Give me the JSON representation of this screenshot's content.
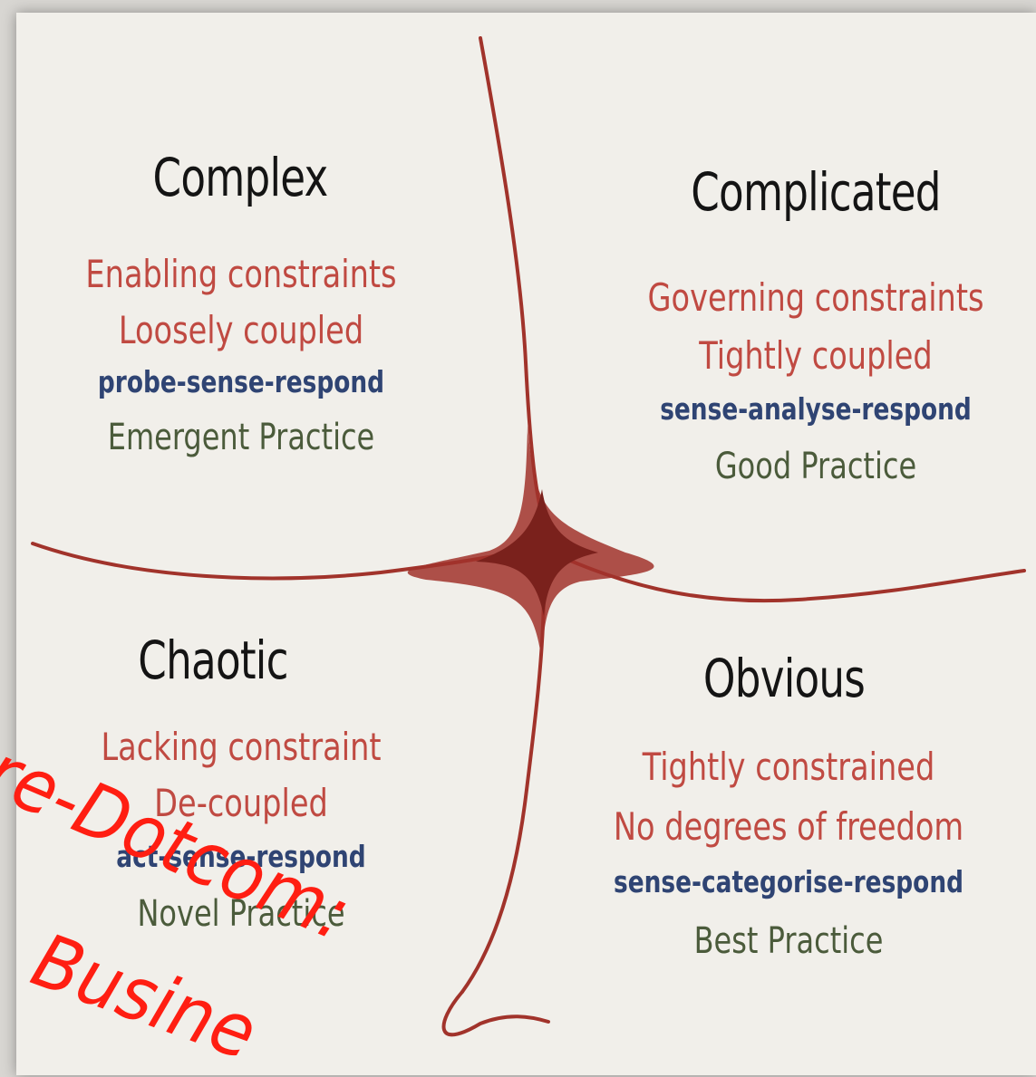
{
  "quadrants": {
    "complex": {
      "title": "Complex",
      "constraints": "Enabling constraints",
      "coupling": "Loosely coupled",
      "method": "probe-sense-respond",
      "practice": "Emergent Practice"
    },
    "complicated": {
      "title": "Complicated",
      "constraints": "Governing constraints",
      "coupling": "Tightly coupled",
      "method": "sense-analyse-respond",
      "practice": "Good Practice"
    },
    "chaotic": {
      "title": "Chaotic",
      "constraints": "Lacking constraint",
      "coupling": "De-coupled",
      "method": "act-sense-respond",
      "practice": "Novel Practice"
    },
    "obvious": {
      "title": "Obvious",
      "constraints": "Tightly constrained",
      "coupling": "No degrees of freedom",
      "method": "sense-categorise-respond",
      "practice": "Best Practice"
    }
  },
  "watermark": {
    "line1": "re-Dotcom:",
    "line2": "Busine"
  },
  "colors": {
    "boundary": "#a1332b",
    "center_fill": "#8e2a24",
    "title": "#141414",
    "constraint": "#c04a42",
    "method": "#2f4473",
    "practice": "#4b5b3b",
    "watermark": "#ff1e12",
    "paper": "#f1efea"
  }
}
